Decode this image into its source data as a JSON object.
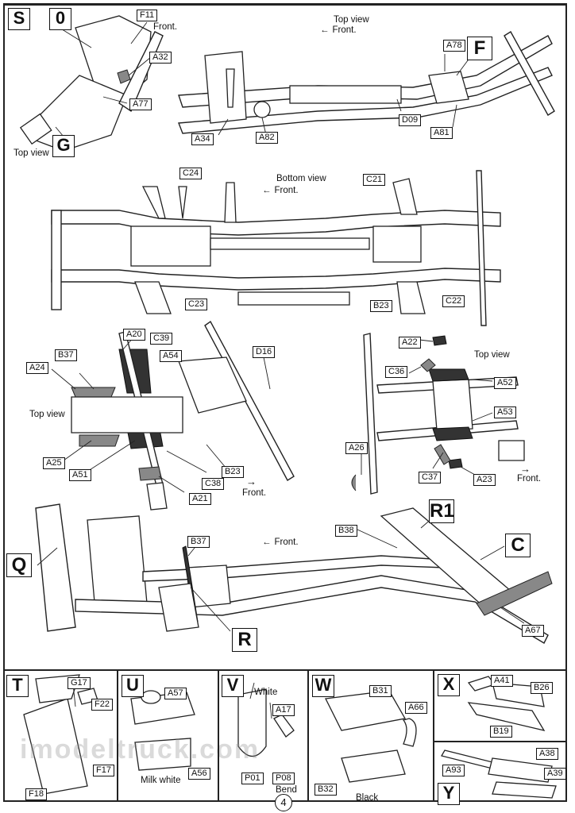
{
  "page_number": "4",
  "sections": {
    "S": {
      "step": "S",
      "sub_steps": [
        "0",
        "G"
      ],
      "parts": [
        "F11",
        "A32",
        "A77"
      ],
      "notes": [
        "Front.",
        "Top view"
      ]
    },
    "F": {
      "step": "F",
      "parts": [
        "A78",
        "A34",
        "A82",
        "D09",
        "A81"
      ],
      "notes": [
        "Top view",
        "Front."
      ]
    },
    "bottom": {
      "parts": [
        "C24",
        "C21",
        "C23",
        "B23",
        "C22"
      ],
      "notes": [
        "Bottom view",
        "Front."
      ]
    },
    "front_susp": {
      "parts": [
        "A20",
        "C39",
        "B37",
        "A54",
        "A24",
        "D16",
        "A25",
        "A51",
        "B23",
        "C38",
        "A21"
      ],
      "notes": [
        "Top view",
        "Front."
      ]
    },
    "rear_susp": {
      "parts": [
        "A22",
        "C36",
        "A52",
        "A53",
        "A26",
        "C37",
        "A23"
      ],
      "notes": [
        "Top view",
        "Front."
      ]
    },
    "assembly": {
      "steps": [
        "R1",
        "C",
        "Q",
        "R"
      ],
      "parts": [
        "B38",
        "B37",
        "A67"
      ],
      "notes": [
        "Front."
      ]
    },
    "T": {
      "step": "T",
      "parts": [
        "G17",
        "F22",
        "F17",
        "F18"
      ]
    },
    "U": {
      "step": "U",
      "parts": [
        "A57",
        "A56"
      ],
      "notes": [
        "Milk white"
      ]
    },
    "V": {
      "step": "V",
      "parts": [
        "A17",
        "P01",
        "P08"
      ],
      "notes": [
        "White",
        "Bend"
      ]
    },
    "W": {
      "step": "W",
      "parts": [
        "B31",
        "A66",
        "B32"
      ],
      "notes": [
        "Black"
      ]
    },
    "X": {
      "step": "X",
      "parts": [
        "A41",
        "B26",
        "B19"
      ]
    },
    "Y": {
      "step": "Y",
      "parts": [
        "A38",
        "A93",
        "A39"
      ]
    }
  },
  "watermark": "imodeltruck.com",
  "colors": {
    "line": "#222222",
    "dark_part": "#333333",
    "grey_part": "#888888"
  }
}
